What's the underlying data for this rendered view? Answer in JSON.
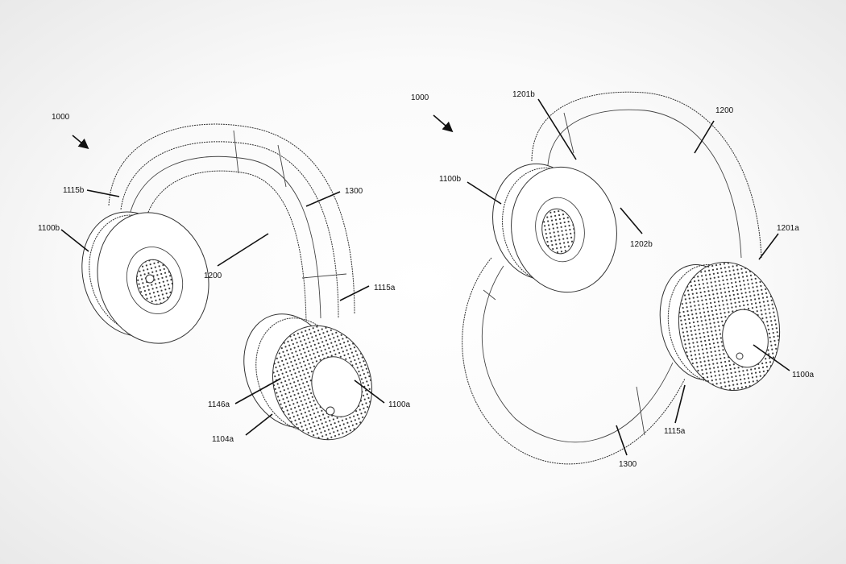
{
  "figure_left": {
    "labels": {
      "assembly": "1000",
      "slider_b": "1115b",
      "earcup_b": "1100b",
      "visor": "1300",
      "headband": "1200",
      "slider_a": "1115a",
      "ring_a": "1146a",
      "button_a": "1104a",
      "earcup_a": "1100a"
    }
  },
  "figure_right": {
    "labels": {
      "assembly": "1000",
      "hinge_b": "1201b",
      "headband": "1200",
      "earcup_b": "1100b",
      "pivot_b": "1202b",
      "hinge_a": "1201a",
      "earcup_a": "1100a",
      "slider_a": "1115a",
      "visor": "1300"
    }
  }
}
